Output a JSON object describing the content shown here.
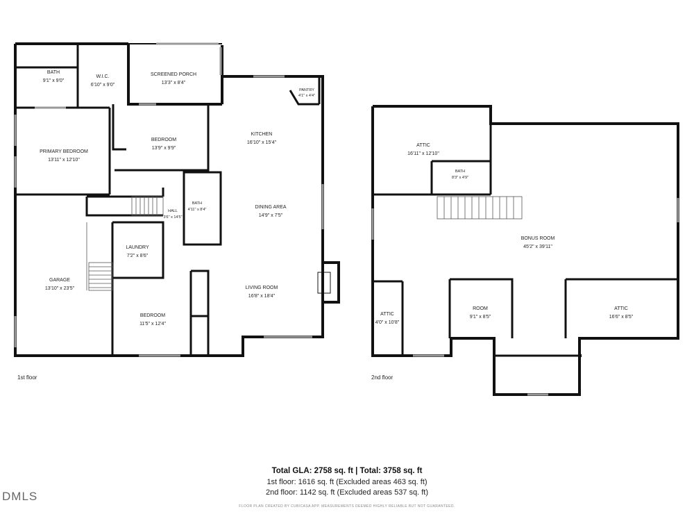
{
  "floors": {
    "first": {
      "label": "1st floor",
      "rooms": [
        {
          "name": "BATH",
          "dims": "9'1\" x 9'0\""
        },
        {
          "name": "W.I.C.",
          "dims": "6'10\" x 9'0\""
        },
        {
          "name": "SCREENED PORCH",
          "dims": "13'3\" x 8'4\""
        },
        {
          "name": "PANTRY",
          "dims": "4'1\" x 4'4\""
        },
        {
          "name": "KITCHEN",
          "dims": "16'10\" x 15'4\""
        },
        {
          "name": "PRIMARY BEDROOM",
          "dims": "13'11\" x 12'10\""
        },
        {
          "name": "BEDROOM",
          "dims": "13'9\" x 9'9\""
        },
        {
          "name": "BATH",
          "dims": "4'11\" x 8'4\""
        },
        {
          "name": "HALL",
          "dims": "3'6\" x 14'5\""
        },
        {
          "name": "DINING AREA",
          "dims": "14'9\" x 7'5\""
        },
        {
          "name": "LAUNDRY",
          "dims": "7'2\" x 8'6\""
        },
        {
          "name": "GARAGE",
          "dims": "13'10\" x 23'5\""
        },
        {
          "name": "LIVING ROOM",
          "dims": "16'8\" x 18'4\""
        },
        {
          "name": "BEDROOM",
          "dims": "11'5\" x 12'4\""
        }
      ]
    },
    "second": {
      "label": "2nd floor",
      "rooms": [
        {
          "name": "ATTIC",
          "dims": "16'11\" x 12'10\""
        },
        {
          "name": "BATH",
          "dims": "8'3\" x 4'9\""
        },
        {
          "name": "BONUS ROOM",
          "dims": "45'2\" x 39'11\""
        },
        {
          "name": "ATTIC",
          "dims": "4'0\" x 10'8\""
        },
        {
          "name": "ROOM",
          "dims": "9'1\" x 8'5\""
        },
        {
          "name": "ATTIC",
          "dims": "16'6\" x 8'5\""
        }
      ]
    }
  },
  "summary": {
    "total": "Total GLA: 2758 sq. ft | Total: 3758 sq. ft",
    "first": "1st floor: 1616 sq. ft (Excluded areas 463 sq. ft)",
    "second": "2nd floor: 1142 sq. ft (Excluded areas 537 sq. ft)"
  },
  "credit": "FLOOR PLAN CREATED BY CUBICASA APP. MEASUREMENTS DEEMED HIGHLY RELIABLE BUT NOT GUARANTEED.",
  "logo_text": "DMLS",
  "colors": {
    "wall": "#111111",
    "window": "#aaaaaa",
    "text": "#222222"
  }
}
